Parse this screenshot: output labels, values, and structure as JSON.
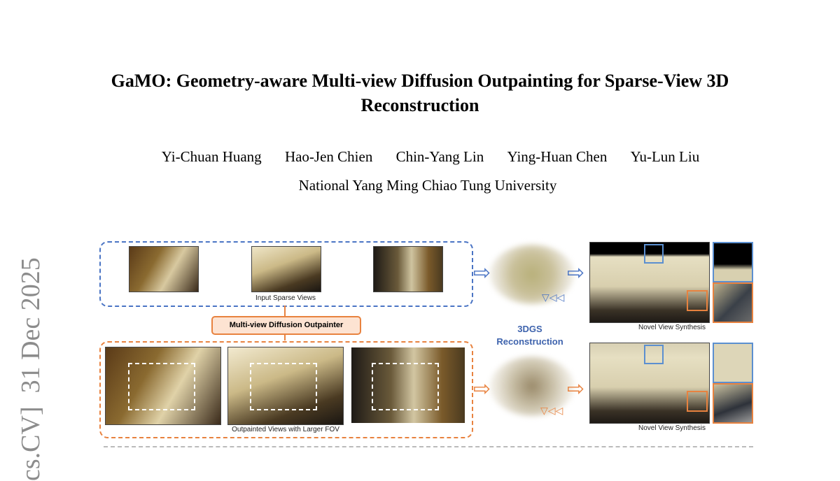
{
  "title": "GaMO: Geometry-aware Multi-view Diffusion Outpainting for Sparse-View 3D Reconstruction",
  "authors": [
    "Yi-Chuan Huang",
    "Hao-Jen Chien",
    "Chin-Yang Lin",
    "Ying-Huan Chen",
    "Yu-Lun Liu"
  ],
  "affiliation": "National Yang Ming Chiao Tung University",
  "arxiv_stamp": "cs.CV]  31 Dec 2025",
  "figure": {
    "input_caption": "Input Sparse Views",
    "outpainter_label": "Multi-view Diffusion Outpainter",
    "outpainted_caption": "Outpainted Views with Larger FOV",
    "recon_label_line1": "3DGS",
    "recon_label_line2": "Reconstruction",
    "nvs_caption_top": "Novel View Synthesis",
    "nvs_caption_bottom": "Novel View Synthesis",
    "colors": {
      "blue": "#4a74c4",
      "orange": "#e8823f"
    }
  }
}
